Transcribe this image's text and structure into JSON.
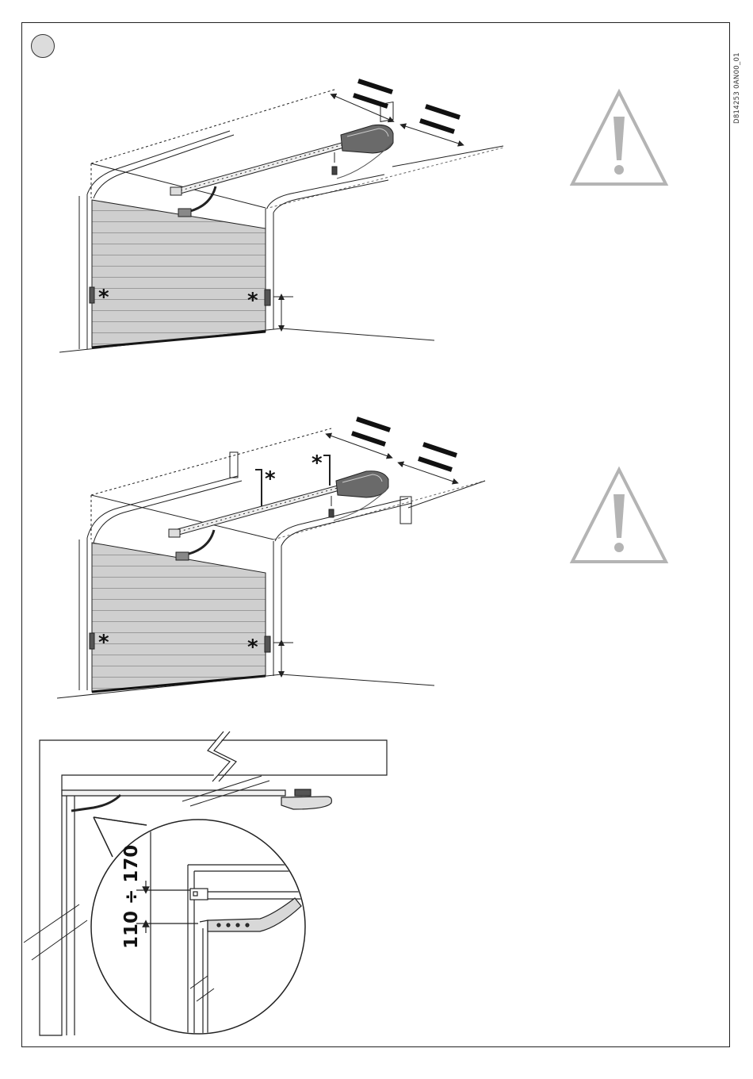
{
  "document": {
    "code": "D814253 0AN00_01"
  },
  "labels": {
    "mounting_height_range": "110 ÷ 170",
    "mark_symbol": "*"
  },
  "colors": {
    "line": "#222222",
    "door_fill": "#cfcfcf",
    "warning_gray": "#b4b4b4",
    "step_circle_fill": "#dcdcdc"
  },
  "icons": [
    "warning-triangle-icon",
    "parallel-equals-icon",
    "step-number-circle"
  ]
}
